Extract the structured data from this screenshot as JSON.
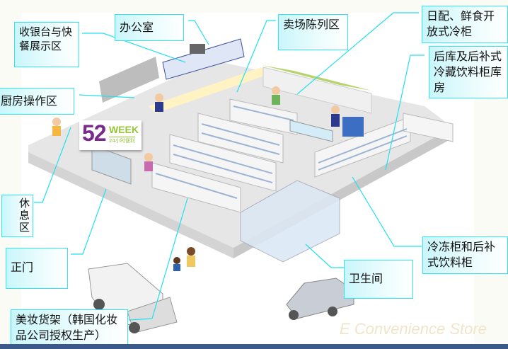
{
  "labels": {
    "cashier": "收银台与快餐展示区",
    "office": "办公室",
    "kitchen": "厨房操作区",
    "sales_floor": "卖场陈列区",
    "daily_fresh": "日配、鲜食开放式冷柜",
    "back_storage": "后库及后补式冷藏饮料柜库房",
    "rest_area": "休息区",
    "main_door": "正门",
    "cosmetics": "美妆货架（韩国化妆品公司授权生产）",
    "freezer": "冷冻柜和后补式饮料柜",
    "restroom": "卫生间"
  },
  "logo": {
    "number": "52",
    "word": "WEEK",
    "tagline": "24小时便利"
  },
  "watermark": "E Convenience Store",
  "colors": {
    "label_border": "#2fe6f2",
    "leader_line": "#22e0ee",
    "logo_purple": "#7a2a8c",
    "logo_green": "#96c53a"
  }
}
